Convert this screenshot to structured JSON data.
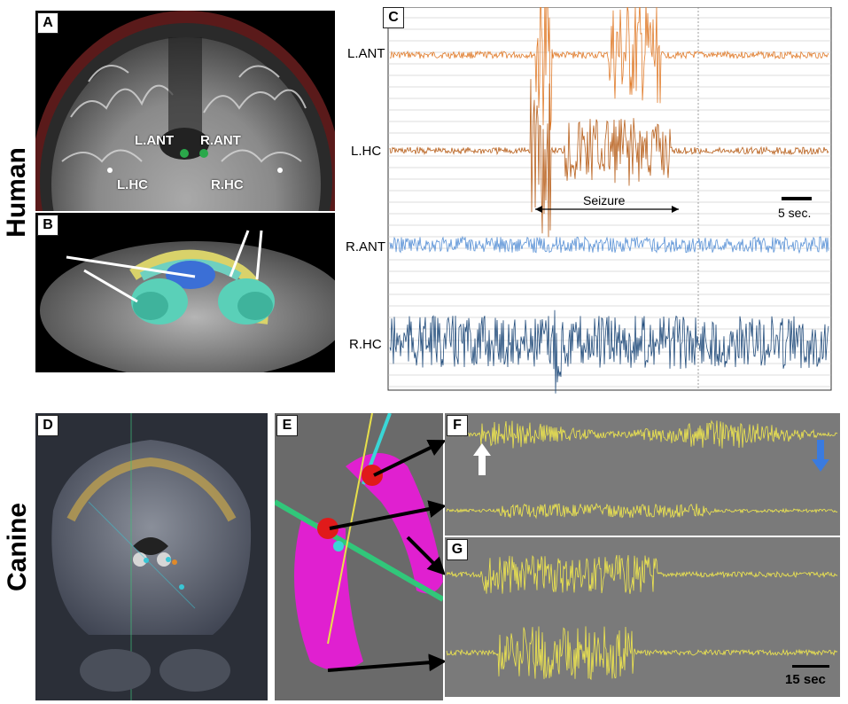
{
  "side_labels": {
    "human": "Human",
    "canine": "Canine"
  },
  "panels": {
    "A": {
      "letter": "A",
      "labels": {
        "l_ant": "L.ANT",
        "r_ant": "R.ANT",
        "l_hc": "L.HC",
        "r_hc": "R.HC"
      }
    },
    "B": {
      "letter": "B"
    },
    "C": {
      "letter": "C",
      "channels": [
        "L.ANT",
        "L.HC",
        "R.ANT",
        "R.HC"
      ],
      "channel_colors": [
        "#e07b2a",
        "#b8601c",
        "#5a92d6",
        "#1f4a7a"
      ],
      "seizure_label": "Seizure",
      "scale_label": "5 sec."
    },
    "D": {
      "letter": "D"
    },
    "E": {
      "letter": "E"
    },
    "F": {
      "letter": "F"
    },
    "G": {
      "letter": "G",
      "scale_label": "15 sec"
    }
  },
  "colors": {
    "trace_yellow": "#f2e94e",
    "canine_bg": "#7a7a7a",
    "arrow_white": "#ffffff",
    "arrow_blue": "#3a7be0"
  }
}
